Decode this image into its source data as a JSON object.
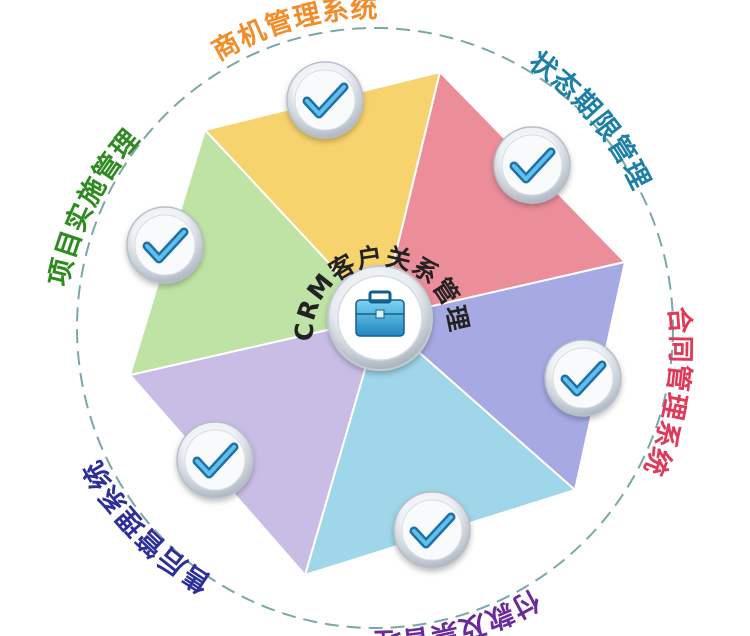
{
  "center": {
    "title": "CRM客户关系管理",
    "icon": "briefcase-icon"
  },
  "modules": [
    {
      "label": "商机管理系统",
      "color": "#f28c28",
      "segment_color": "#f7d36e",
      "icon": "checkmark-icon"
    },
    {
      "label": "状态期限管理",
      "color": "#1b7fa6",
      "segment_color": "#ec8e9a",
      "icon": "checkmark-icon"
    },
    {
      "label": "合同管理系统",
      "color": "#e03a5a",
      "segment_color": "#a7a9e3",
      "icon": "checkmark-icon"
    },
    {
      "label": "付款及票管理",
      "color": "#6a2a9c",
      "segment_color": "#9fd6ea",
      "icon": "checkmark-icon"
    },
    {
      "label": "售后管理系统",
      "color": "#2c2f9a",
      "segment_color": "#c9bde6",
      "icon": "checkmark-icon"
    },
    {
      "label": "项目实施管理",
      "color": "#2e8b1f",
      "segment_color": "#bfe3a5",
      "icon": "checkmark-icon"
    }
  ]
}
